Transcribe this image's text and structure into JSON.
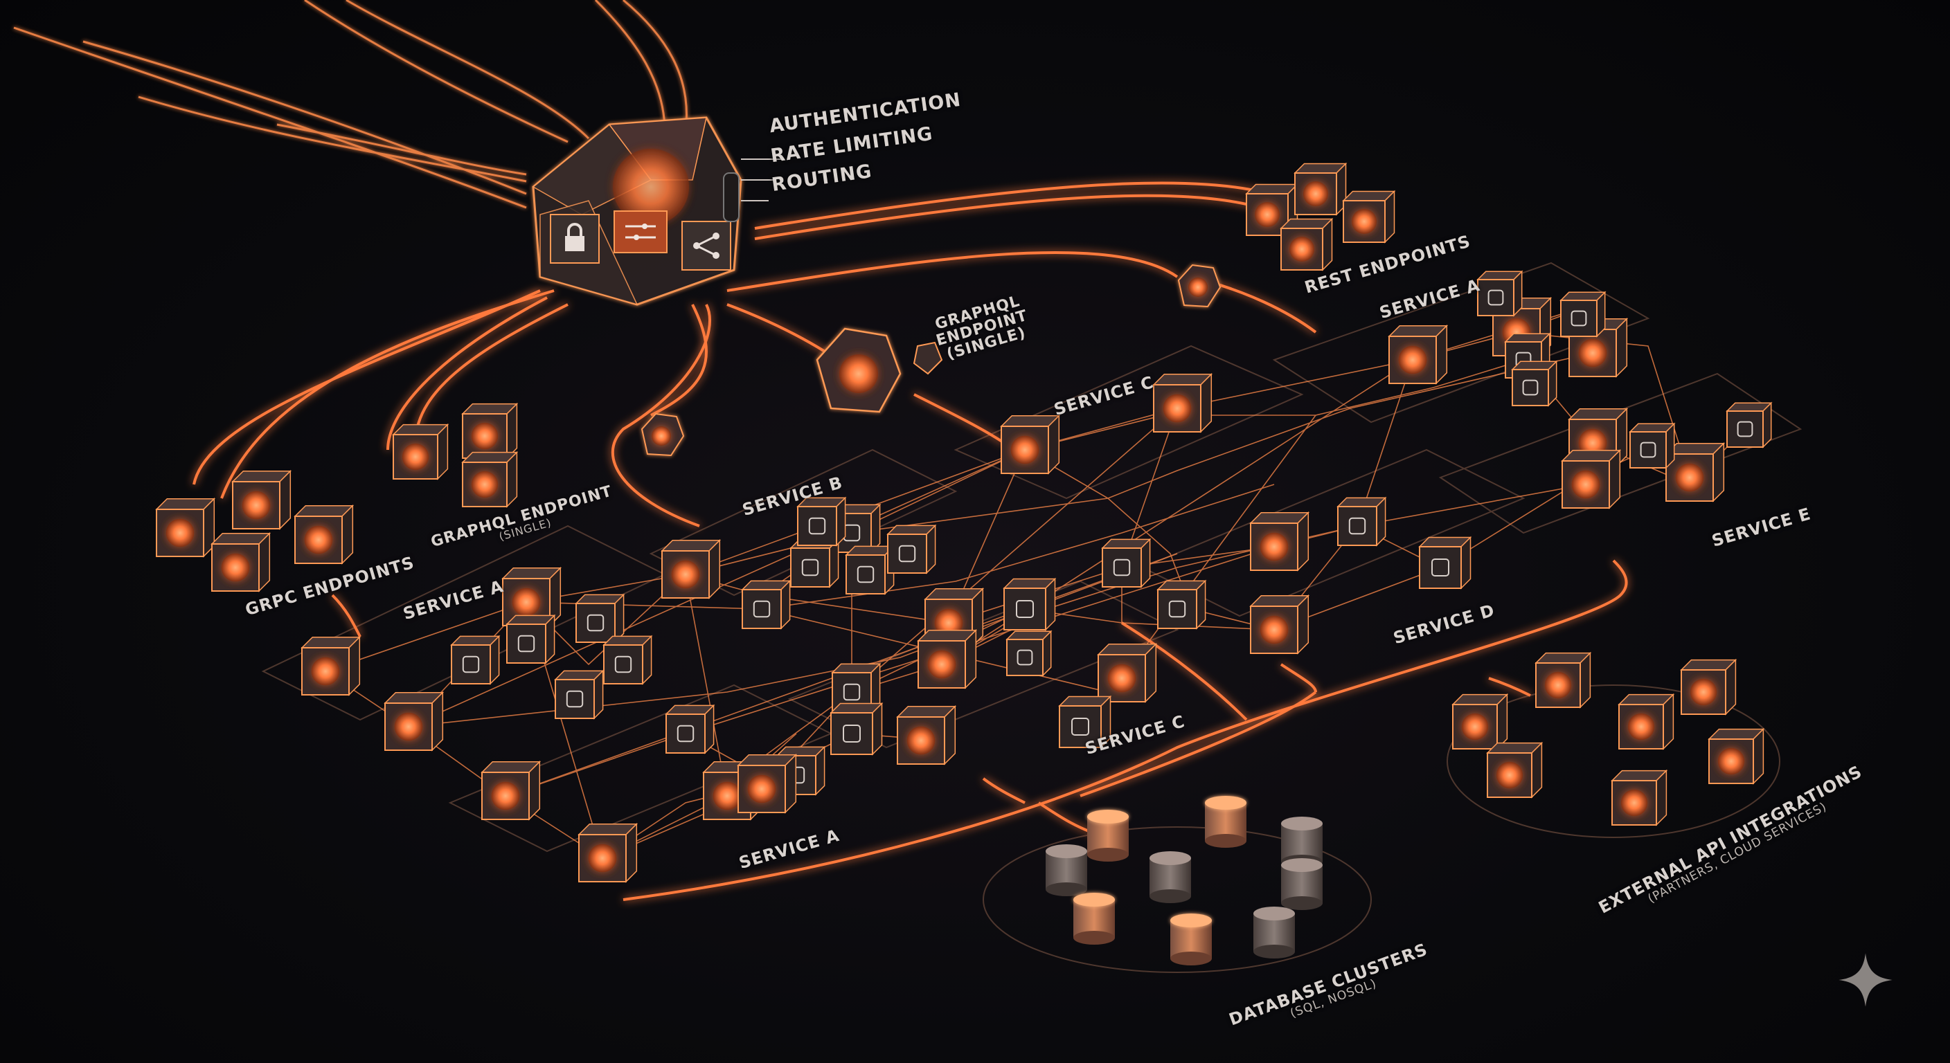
{
  "colors": {
    "background": "#07070a",
    "accent": "#ff7a3d",
    "glow": "#ff9a55",
    "node_face": "#3a2a28",
    "label": "#d9d3cf"
  },
  "gateway": {
    "features": [
      "AUTHENTICATION",
      "RATE LIMITING",
      "ROUTING"
    ],
    "icons": [
      "lock-icon",
      "sliders-icon",
      "share-nodes-icon"
    ]
  },
  "labels": {
    "rest_endpoints": "REST ENDPOINTS",
    "graphql_top": "GRAPHQL\nENDPOINT\n(SINGLE)",
    "graphql_left_title": "GRAPHQL ENDPOINT",
    "graphql_left_sub": "(SINGLE)",
    "grpc_endpoints": "GRPC ENDPOINTS",
    "service_a_left": "SERVICE A",
    "service_b": "SERVICE B",
    "service_c_top": "SERVICE C",
    "service_a_right": "SERVICE A",
    "service_d": "SERVICE D",
    "service_e": "SERVICE E",
    "service_c_bottom": "SERVICE C",
    "service_a_bottom": "SERVICE A",
    "database_title": "DATABASE CLUSTERS",
    "database_sub": "(SQL, NOSQL)",
    "external_title": "EXTERNAL API INTEGRATIONS",
    "external_sub": "(PARTNERS, CLOUD SERVICES)"
  },
  "logo": "sparkle-icon"
}
